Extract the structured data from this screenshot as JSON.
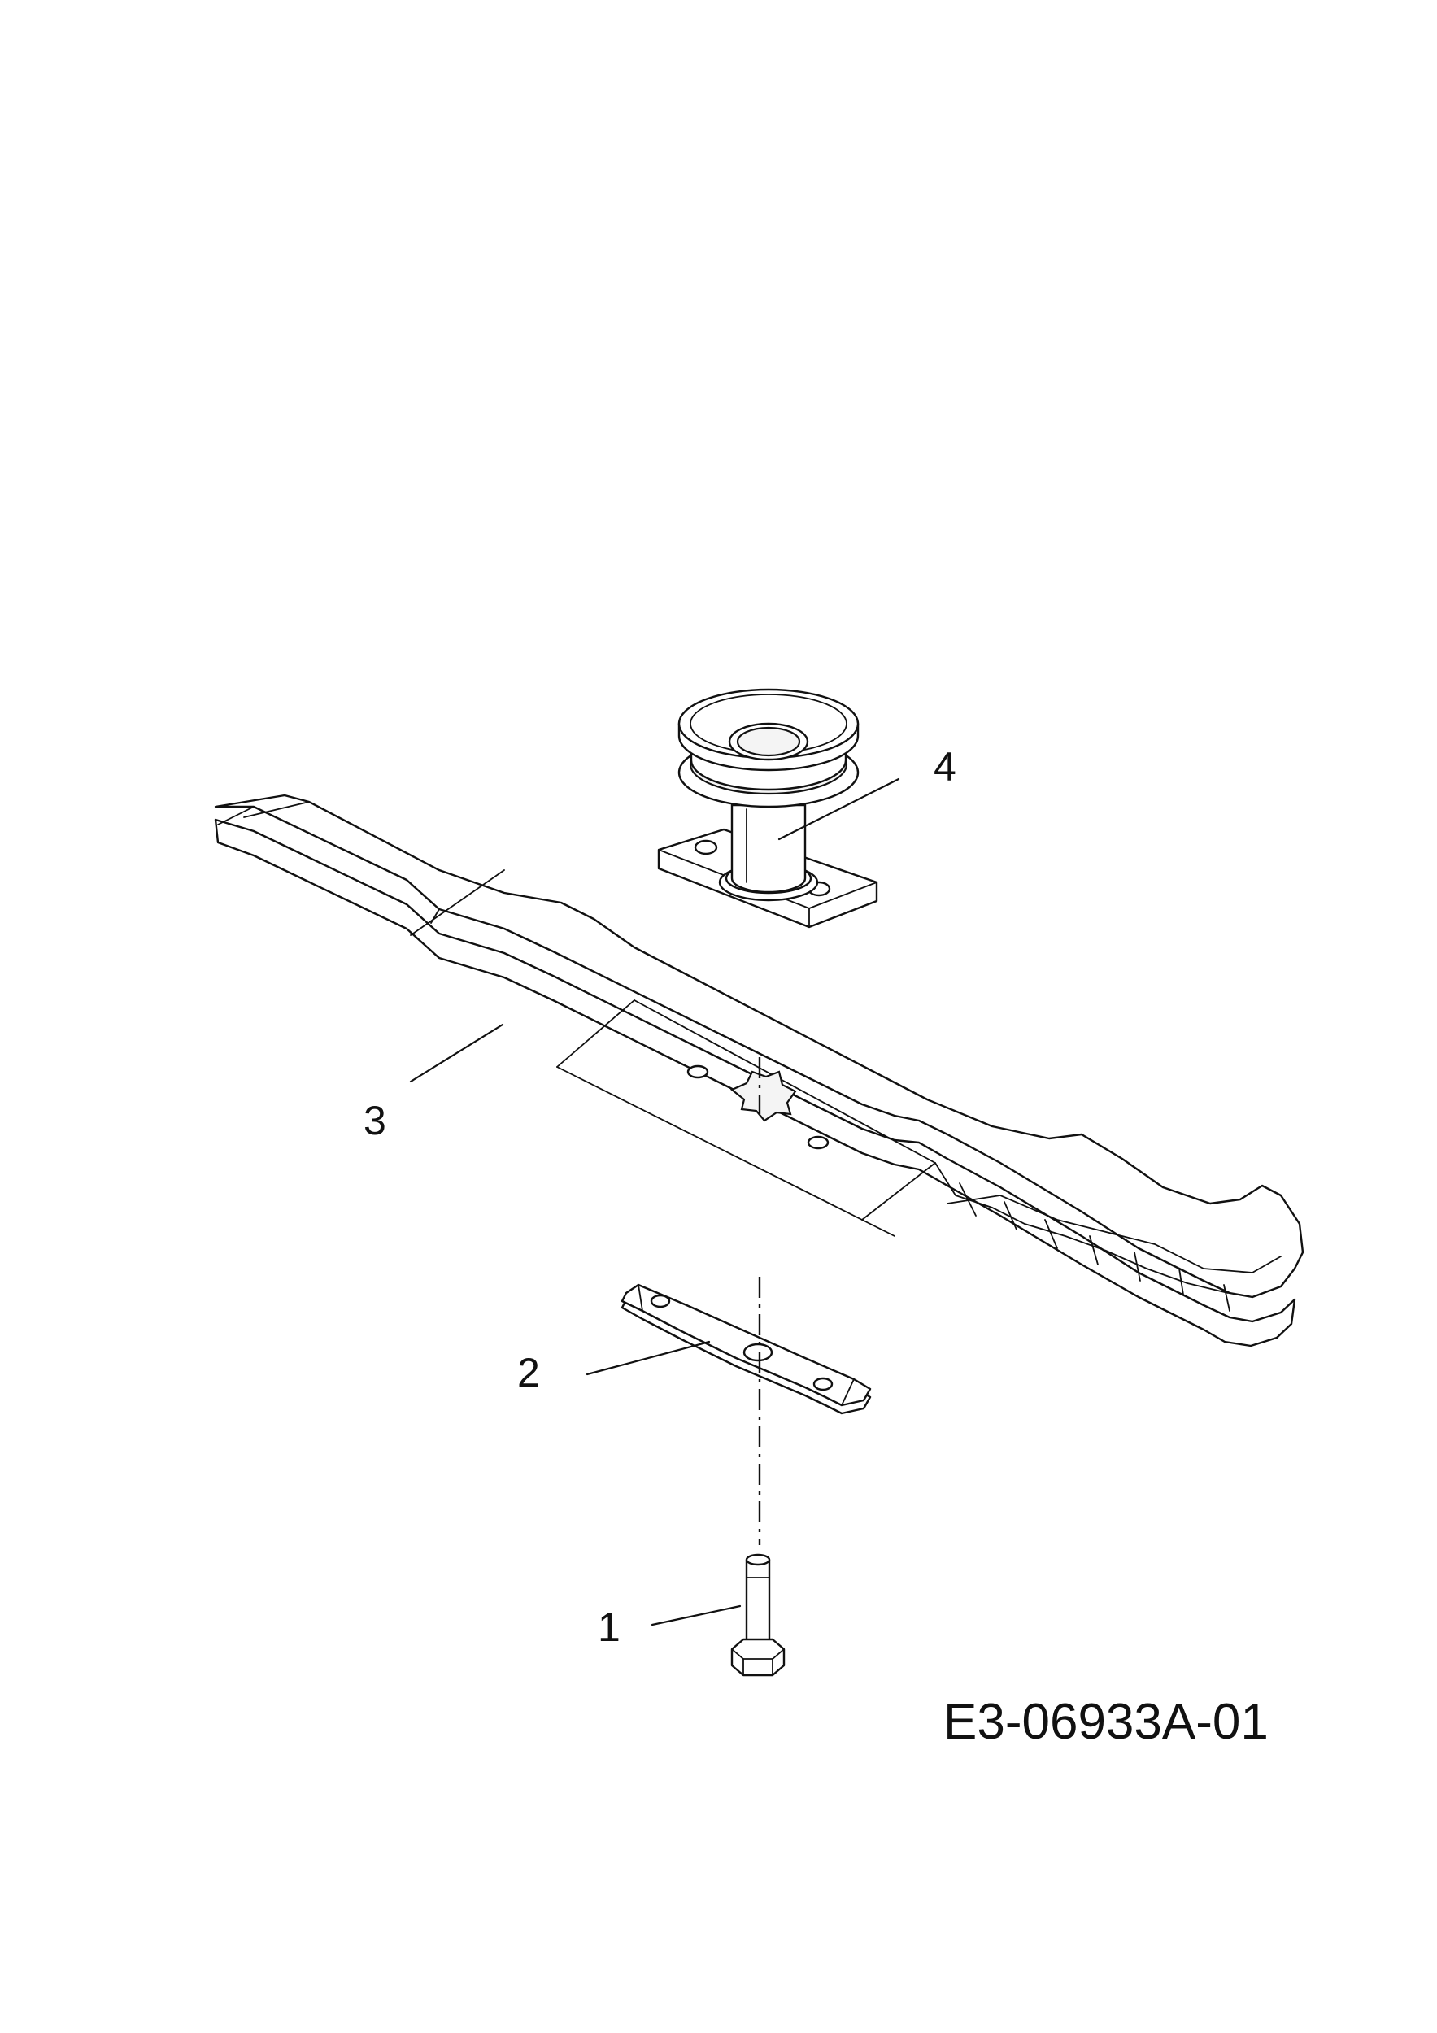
{
  "callouts": {
    "c1": "1",
    "c2": "2",
    "c3": "3",
    "c4": "4"
  },
  "drawing_number": "E3-06933A-01"
}
